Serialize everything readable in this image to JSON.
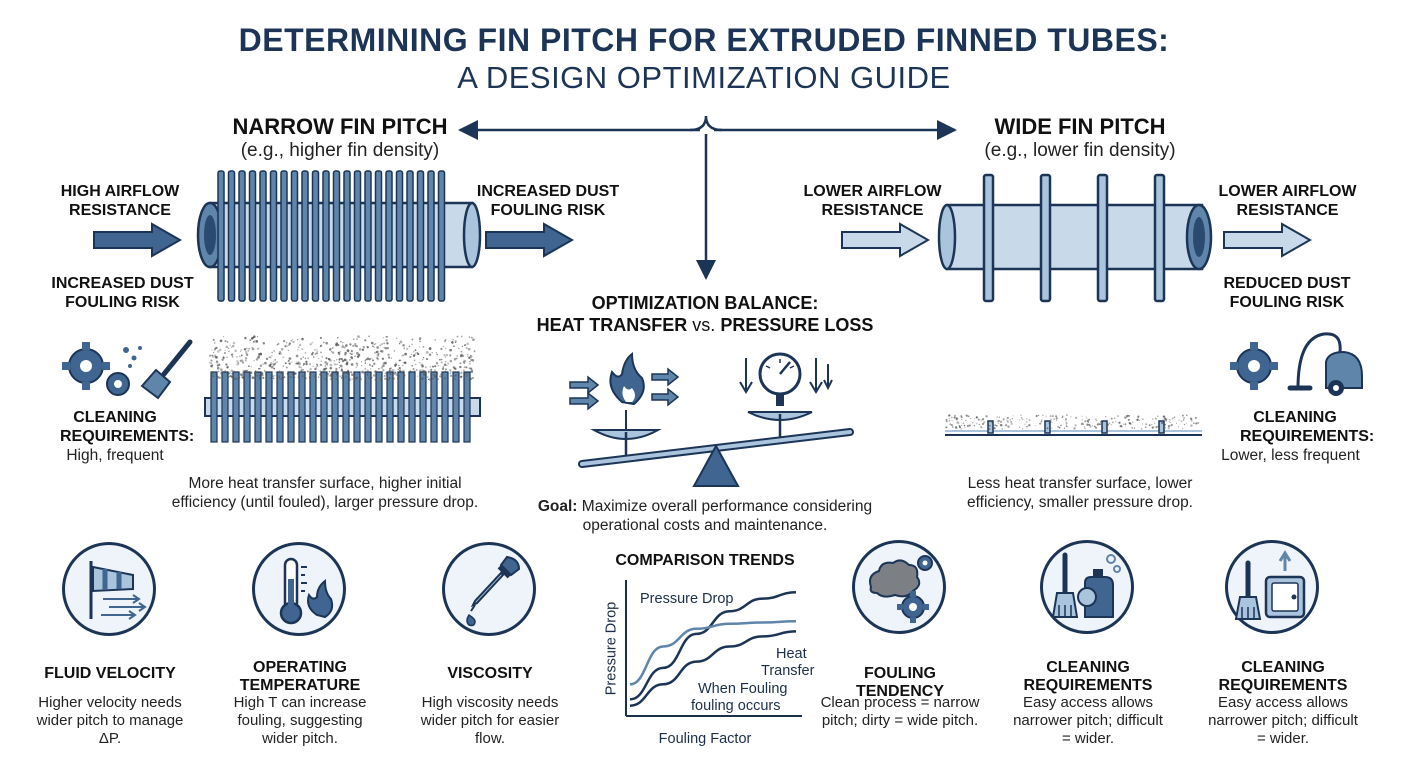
{
  "title": {
    "line1": "DETERMINING FIN PITCH FOR EXTRUDED FINNED TUBES:",
    "line2": "A DESIGN OPTIMIZATION GUIDE"
  },
  "narrow": {
    "header": "NARROW FIN PITCH",
    "subheader": "(e.g., higher fin density)",
    "label_left_top": "HIGH AIRFLOW RESISTANCE",
    "label_left_bottom": "INCREASED DUST FOULING RISK",
    "label_right": "INCREASED DUST FOULING RISK",
    "cleaning_title": "CLEANING REQUIREMENTS:",
    "cleaning_value": "High, frequent",
    "description": "More heat transfer surface, higher initial efficiency (until fouled), larger pressure drop."
  },
  "wide": {
    "header": "WIDE FIN PITCH",
    "subheader": "(e.g., lower fin density)",
    "label_left": "LOWER AIRFLOW RESISTANCE",
    "label_right_top": "LOWER AIRFLOW RESISTANCE",
    "label_right_bottom": "REDUCED DUST FOULING RISK",
    "cleaning_title": "CLEANING REQUIREMENTS:",
    "cleaning_value": "Lower, less frequent",
    "description": "Less heat transfer surface, lower efficiency, smaller pressure drop."
  },
  "balance": {
    "title": "OPTIMIZATION BALANCE:",
    "subtitle_a": "HEAT TRANSFER",
    "subtitle_vs": "vs.",
    "subtitle_b": "PRESSURE LOSS",
    "goal_label": "Goal:",
    "goal_text": "Maximize overall performance considering operational costs and maintenance."
  },
  "factors": [
    {
      "title": "FLUID VELOCITY",
      "desc": "Higher velocity needs wider pitch to manage ΔP.",
      "icon": "windsock-icon"
    },
    {
      "title": "OPERATING TEMPERATURE",
      "desc": "High T can increase fouling, suggesting wider pitch.",
      "icon": "thermometer-flame-icon"
    },
    {
      "title": "VISCOSITY",
      "desc": "High viscosity needs wider pitch for easier flow.",
      "icon": "dropper-icon"
    },
    {
      "title": "FOULING TENDENCY",
      "desc": "Clean process = narrow pitch; dirty = wide pitch.",
      "icon": "dirt-gears-icon"
    },
    {
      "title": "CLEANING REQUIREMENTS",
      "desc": "Easy access allows narrower pitch; difficult = wider.",
      "icon": "brush-bottle-icon"
    },
    {
      "title": "CLEANING REQUIREMENTS",
      "desc": "Easy access allows narrower pitch; difficult = wider.",
      "icon": "brush-panel-icon"
    }
  ],
  "chart_data": {
    "type": "line",
    "title": "COMPARISON TRENDS",
    "xlabel": "Fouling Factor",
    "ylabel": "Pressure Drop",
    "series": [
      {
        "name": "Pressure Drop",
        "x": [
          0,
          0.2,
          0.4,
          0.6,
          0.8,
          1.0
        ],
        "values": [
          0.1,
          0.35,
          0.62,
          0.8,
          0.9,
          0.95
        ]
      },
      {
        "name": "Heat Transfer",
        "x": [
          0,
          0.2,
          0.4,
          0.6,
          0.8,
          1.0
        ],
        "values": [
          0.22,
          0.52,
          0.66,
          0.7,
          0.71,
          0.72
        ]
      },
      {
        "name": "When Fouling fouling occurs",
        "x": [
          0,
          0.2,
          0.4,
          0.6,
          0.8,
          1.0
        ],
        "values": [
          0.05,
          0.22,
          0.4,
          0.52,
          0.6,
          0.64
        ]
      }
    ],
    "labels": {
      "pressure": "Pressure Drop",
      "heat_line1": "Heat",
      "heat_line2": "Transfer",
      "fouling_line1": "When Fouling",
      "fouling_line2": "fouling occurs"
    },
    "colors": {
      "pressure": "#1c3557",
      "heat": "#5f86aa",
      "fouling": "#1c3557"
    },
    "grid": false
  },
  "colors": {
    "navy": "#1c3557",
    "steel": "#5f86aa",
    "light": "#c8d9ea",
    "pale": "#eef4fa"
  }
}
